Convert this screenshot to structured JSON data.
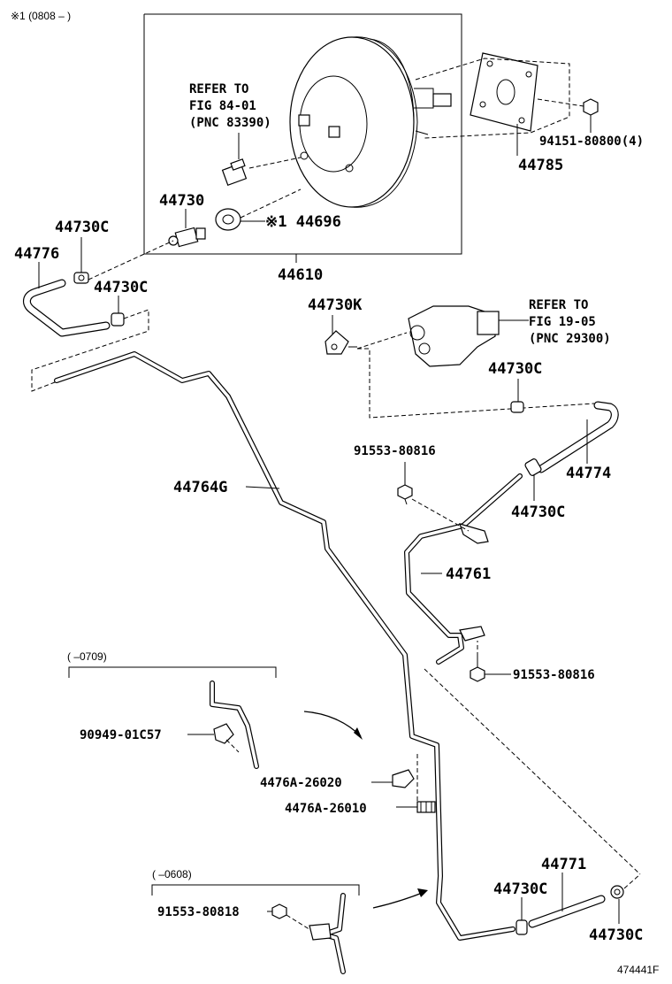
{
  "header_note": "※1 (0808 –    )",
  "figure_id": "474441F",
  "callouts": {
    "booster_assy": "44610",
    "gasket": "44785",
    "nut": "94151-80800(4)",
    "refer_top_line1": "REFER TO",
    "refer_top_line2": "FIG 84-01",
    "refer_top_line3": "(PNC 83390)",
    "check_valve": "44730",
    "grommet": "※1 44696",
    "clip_left_a": "44730C",
    "hose_left": "44776",
    "clip_left_b": "44730C",
    "clip_k": "44730K",
    "refer_pump_line1": "REFER TO",
    "refer_pump_line2": "FIG 19-05",
    "refer_pump_line3": "(PNC 29300)",
    "clip_right_a": "44730C",
    "bolt_upper": "91553-80816",
    "hose_right": "44774",
    "clip_right_b": "44730C",
    "pipe_main": "44764G",
    "pipe_branch": "44761",
    "bolt_mid": "91553-80816",
    "inset1_range": "(      –0709)",
    "inset1_part": "90949-01C57",
    "clamp_a": "4476A-26020",
    "clamp_b": "4476A-26010",
    "inset2_range": "(      –0608)",
    "inset2_part": "91553-80818",
    "hose_bottom": "44771",
    "clip_bottom_a": "44730C",
    "clip_bottom_b": "44730C"
  }
}
